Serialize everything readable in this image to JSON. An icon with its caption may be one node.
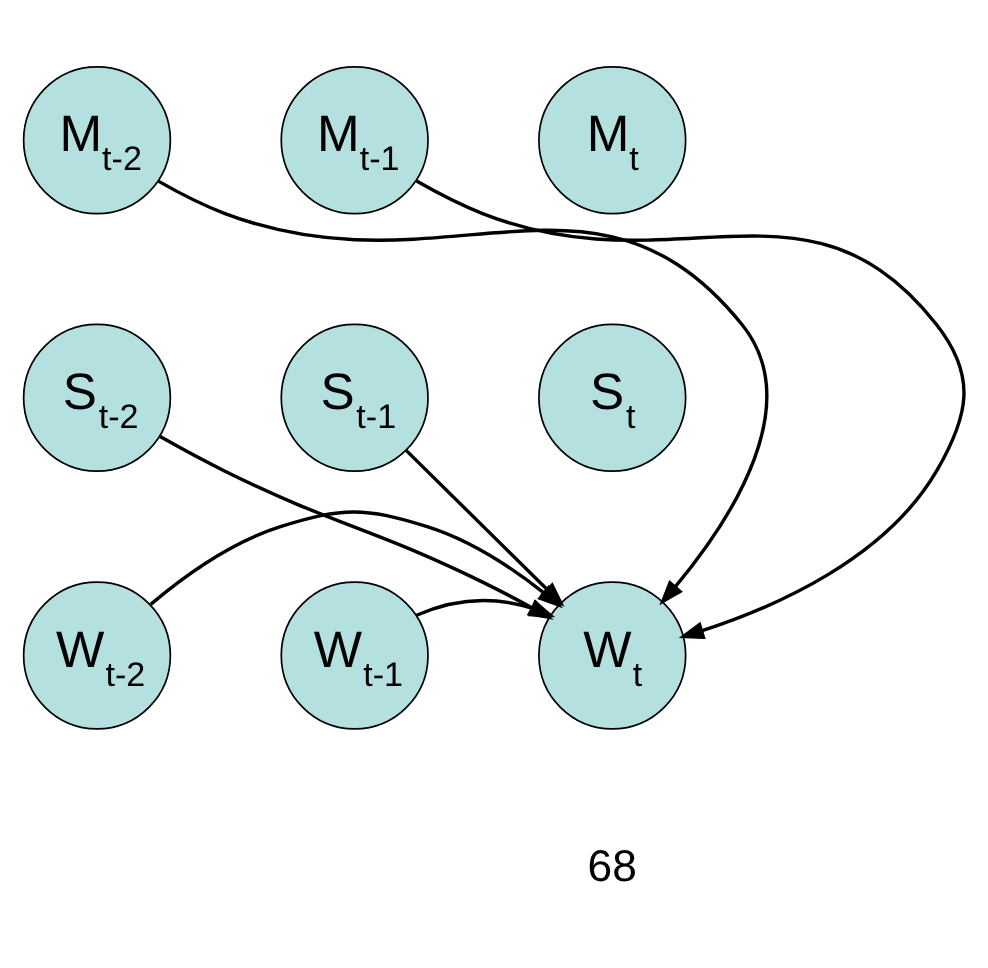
{
  "diagram": {
    "nodes": [
      {
        "text": [
          "M$_{t-2}$"
        ]
      },
      {
        "text": [
          "M$_{t-1}$"
        ]
      },
      {
        "text": [
          "M$_{t}$"
        ]
      },
      {
        "text": [
          "S$_{t-2}$"
        ]
      },
      {
        "text": [
          "S$_{t-1}$"
        ]
      },
      {
        "text": [
          "S$_{t}$"
        ]
      },
      {
        "text": [
          "W$_{t-2}$"
        ]
      },
      {
        "text": [
          "W$_{t-1}$"
        ]
      },
      {
        "text": [
          "W$_{t}$"
        ]
      }
    ],
    "edges": [
      {
        "from": 0,
        "to": 8,
        "arrow": "to"
      },
      {
        "from": 1,
        "to": 8,
        "arrow": "to"
      },
      {
        "from": 3,
        "to": 8,
        "arrow": "to"
      },
      {
        "from": 4,
        "to": 8,
        "arrow": "to"
      },
      {
        "from": 7,
        "to": 8,
        "arrow": "to"
      },
      {
        "from": 6,
        "to": 8,
        "arrow": "to"
      }
    ],
    "labels": [
      "68"
    ]
  }
}
